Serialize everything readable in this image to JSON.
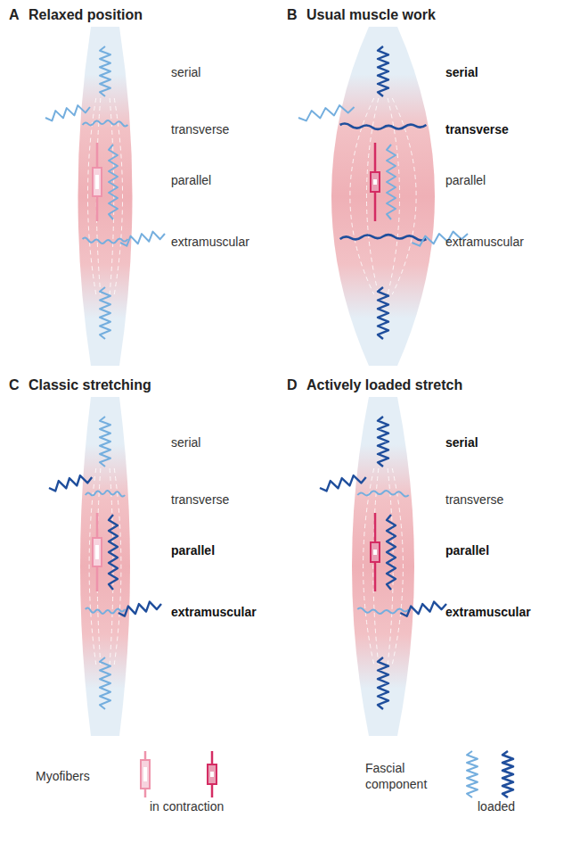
{
  "diagram": {
    "labels": [
      "A",
      "Relaxed position",
      "serial",
      "transverse",
      "parallel",
      "extramuscular",
      "B",
      "Usual muscle work",
      "serial",
      "transverse",
      "parallel",
      "extramuscular",
      "C",
      "Classic stretching",
      "serial",
      "transverse",
      "parallel",
      "extramuscular",
      "D",
      "Actively loaded stretch",
      "serial",
      "transverse",
      "parallel",
      "extramuscular"
    ],
    "legend": [
      {
        "text": "Myofibers"
      },
      {
        "text": "in contraction"
      },
      {
        "text": "Fascial component"
      },
      {
        "text": "loaded"
      }
    ]
  }
}
